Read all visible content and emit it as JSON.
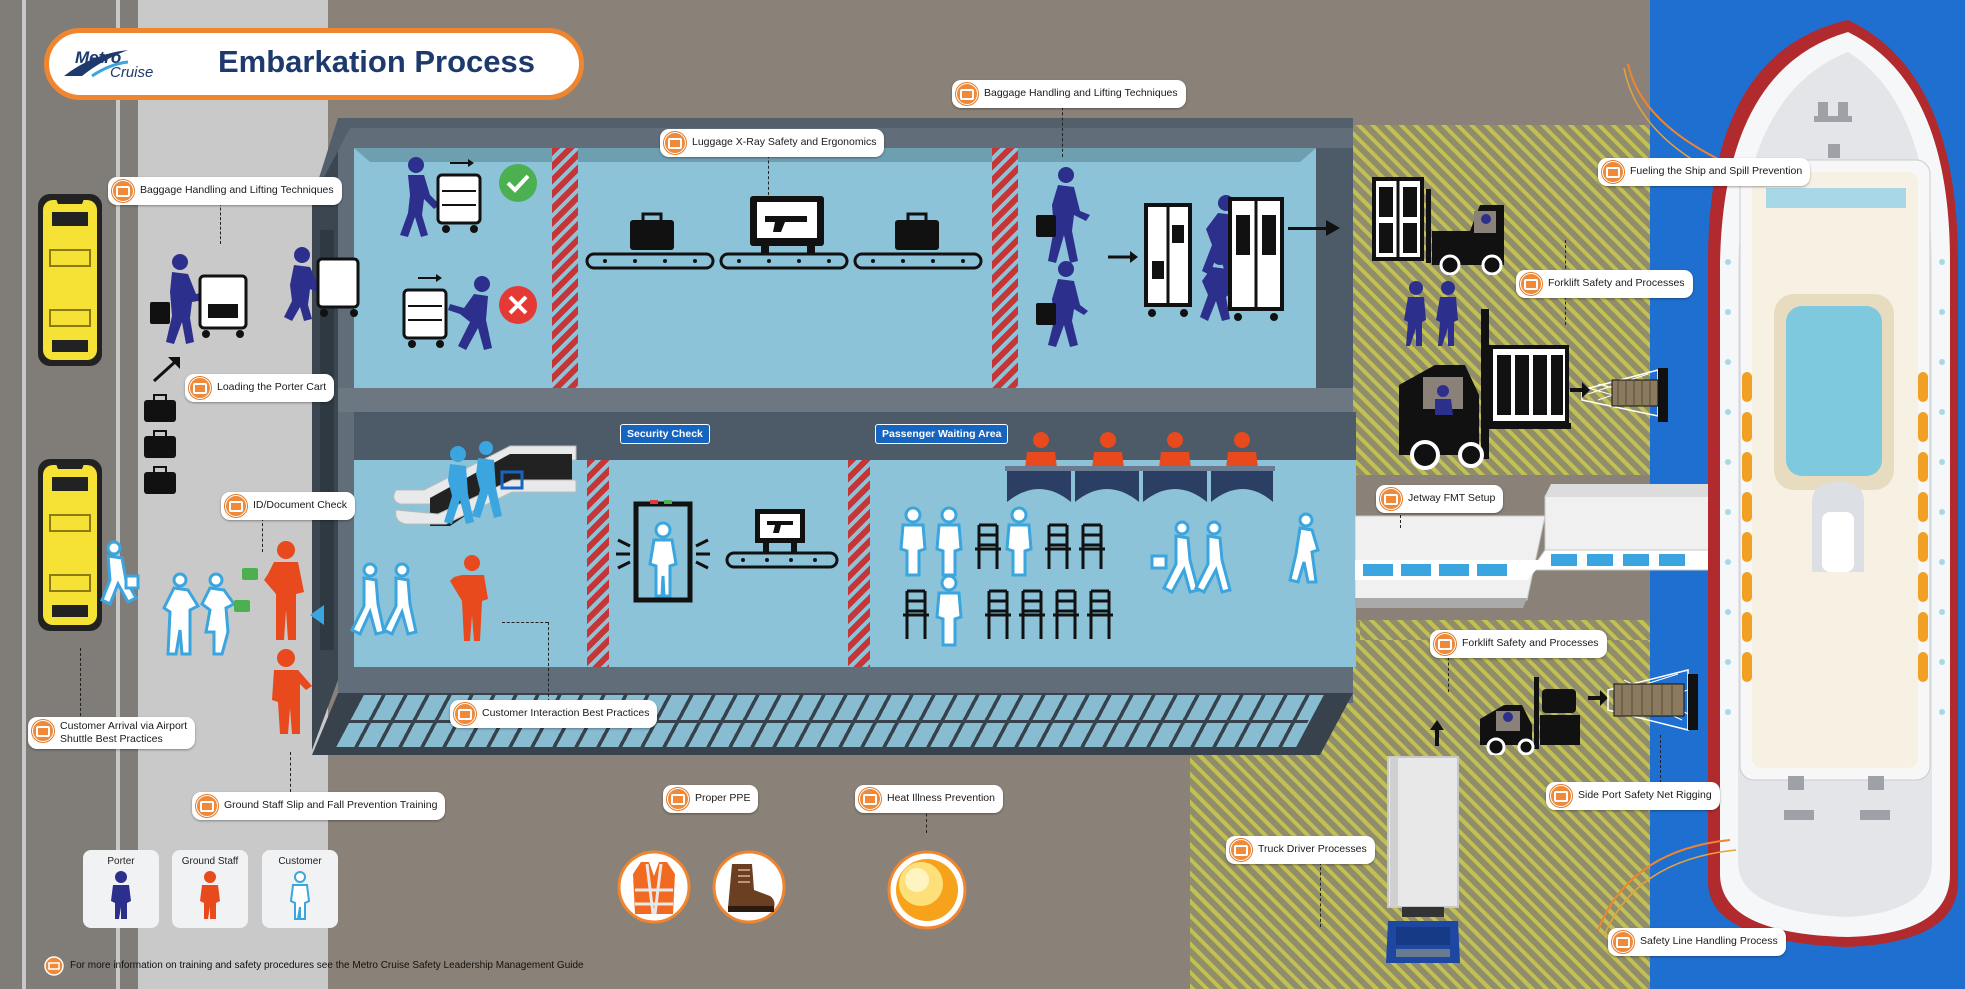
{
  "header": {
    "logo_top": "Metro",
    "logo_bottom": "Cruise",
    "title": "Embarkation Process"
  },
  "areas": {
    "security_check": "Security Check",
    "waiting_area": "Passenger Waiting Area"
  },
  "callouts": {
    "baggage_top": "Baggage Handling and Lifting Techniques",
    "xray": "Luggage X-Ray Safety and Ergonomics",
    "baggage_left": "Baggage Handling and Lifting Techniques",
    "fueling": "Fueling the Ship and Spill Prevention",
    "forklift_top": "Forklift Safety and Processes",
    "porter_cart": "Loading the Porter Cart",
    "id_check": "ID/Document Check",
    "jetway": "Jetway FMT Setup",
    "forklift_bottom": "Forklift Safety and Processes",
    "customer_interaction": "Customer Interaction Best Practices",
    "arrival_line1": "Customer Arrival via Airport",
    "arrival_line2": "Shuttle Best Practices",
    "ground_staff_slip": "Ground Staff Slip and Fall Prevention Training",
    "ppe": "Proper PPE",
    "heat": "Heat Illness Prevention",
    "side_port": "Side Port Safety Net Rigging",
    "truck": "Truck Driver Processes",
    "safety_line": "Safety Line Handling Process"
  },
  "legend": {
    "porter": "Porter",
    "ground_staff": "Ground Staff",
    "customer": "Customer"
  },
  "footer": "For more information on training and safety procedures see the Metro Cruise Safety Leadership Management Guide",
  "colors": {
    "porter": "#2d2f8c",
    "ground_staff": "#e8491d",
    "customer": "#3aa5de",
    "accent": "#f0852f",
    "title": "#1e3a6d",
    "room": "#8cc3d8",
    "wall": "#5f6b76",
    "ship_hull": "#b02a2e",
    "water": "#1f6fd0"
  }
}
